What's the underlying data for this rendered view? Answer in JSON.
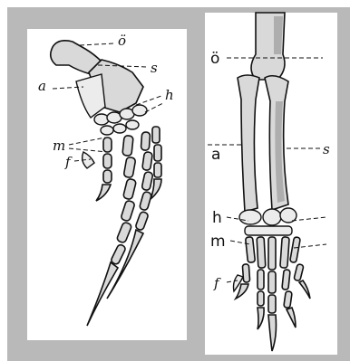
{
  "left_panel": {
    "labels": {
      "o": "ö",
      "s": "s",
      "a": "a",
      "h": "h",
      "m": "m",
      "f": "f"
    }
  },
  "right_panel": {
    "labels": {
      "o": "ö",
      "a": "a",
      "s": "s",
      "h": "h",
      "m": "m",
      "f": "f"
    }
  },
  "colors": {
    "frame": "#b9b9b9",
    "panel": "#ffffff",
    "bone": "#d9d9d9",
    "ink": "#111111"
  }
}
